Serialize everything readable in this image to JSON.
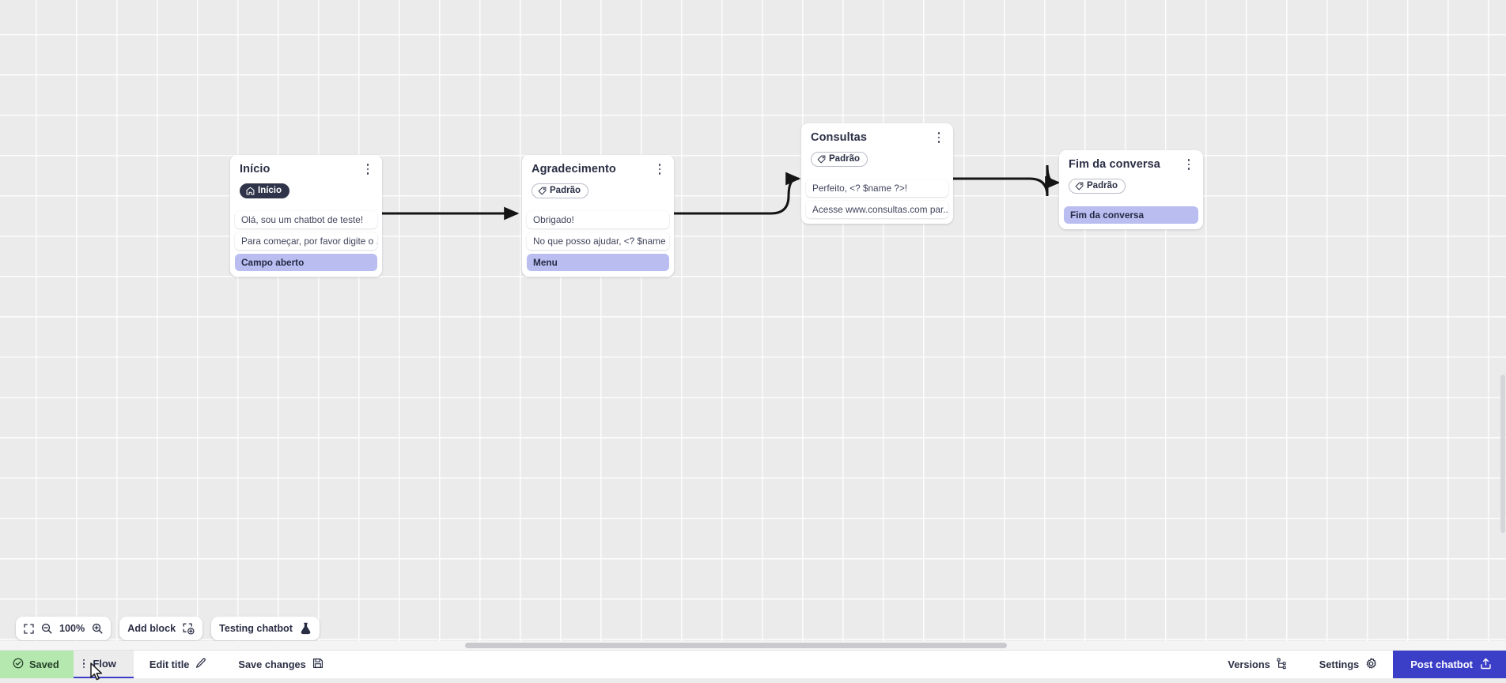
{
  "app": {
    "canvas_label": "flow-canvas",
    "accent_color": "#3b3ec7",
    "action_row_color": "#b9bdf0",
    "saved_badge_color": "#b5e8ae",
    "node_tag_dark_color": "#30344a"
  },
  "nodes": [
    {
      "id": "inicio",
      "title": "Início",
      "tag": {
        "label": "Início",
        "style": "dark",
        "icon": "home-icon"
      },
      "rows": [
        {
          "text": "Olá, sou um chatbot de teste!",
          "type": "message"
        },
        {
          "text": "Para começar, por favor digite o ...",
          "type": "message"
        },
        {
          "text": "Campo aberto",
          "type": "action"
        }
      ],
      "menu_icon": "kebab-menu-icon"
    },
    {
      "id": "agradecimento",
      "title": "Agradecimento",
      "tag": {
        "label": "Padrão",
        "style": "outline",
        "icon": "tag-icon"
      },
      "rows": [
        {
          "text": "Obrigado!",
          "type": "message"
        },
        {
          "text": "No que posso ajudar, <? $name ...",
          "type": "message"
        },
        {
          "text": "Menu",
          "type": "action"
        }
      ],
      "menu_icon": "kebab-menu-icon"
    },
    {
      "id": "consultas",
      "title": "Consultas",
      "tag": {
        "label": "Padrão",
        "style": "outline",
        "icon": "tag-icon"
      },
      "rows": [
        {
          "text": "Perfeito, <? $name ?>!",
          "type": "message"
        },
        {
          "text": "Acesse www.consultas.com par...",
          "type": "message"
        }
      ],
      "menu_icon": "kebab-menu-icon"
    },
    {
      "id": "fim-da-conversa",
      "title": "Fim da conversa",
      "tag": {
        "label": "Padrão",
        "style": "outline",
        "icon": "tag-icon"
      },
      "rows": [
        {
          "text": "Fim da conversa",
          "type": "action"
        }
      ],
      "menu_icon": "kebab-menu-icon"
    }
  ],
  "toolbar": {
    "fit_icon": "fit-screen-icon",
    "zoom_out_icon": "zoom-out-icon",
    "zoom_level": "100%",
    "zoom_in_icon": "zoom-in-icon",
    "add_block_label": "Add block",
    "add_block_icon": "add-block-icon",
    "testing_chatbot_label": "Testing chatbot",
    "testing_chatbot_icon": "flask-icon"
  },
  "statusbar": {
    "saved_label": "Saved",
    "saved_icon": "check-circle-icon",
    "flow_tab_label": "Flow",
    "flow_tab_menu_icon": "kebab-menu-icon",
    "edit_title_label": "Edit title",
    "edit_title_icon": "pencil-icon",
    "save_changes_label": "Save changes",
    "save_changes_icon": "floppy-disk-icon",
    "versions_label": "Versions",
    "versions_icon": "branch-icon",
    "settings_label": "Settings",
    "settings_icon": "gear-icon",
    "post_chatbot_label": "Post chatbot",
    "post_chatbot_icon": "upload-icon"
  }
}
